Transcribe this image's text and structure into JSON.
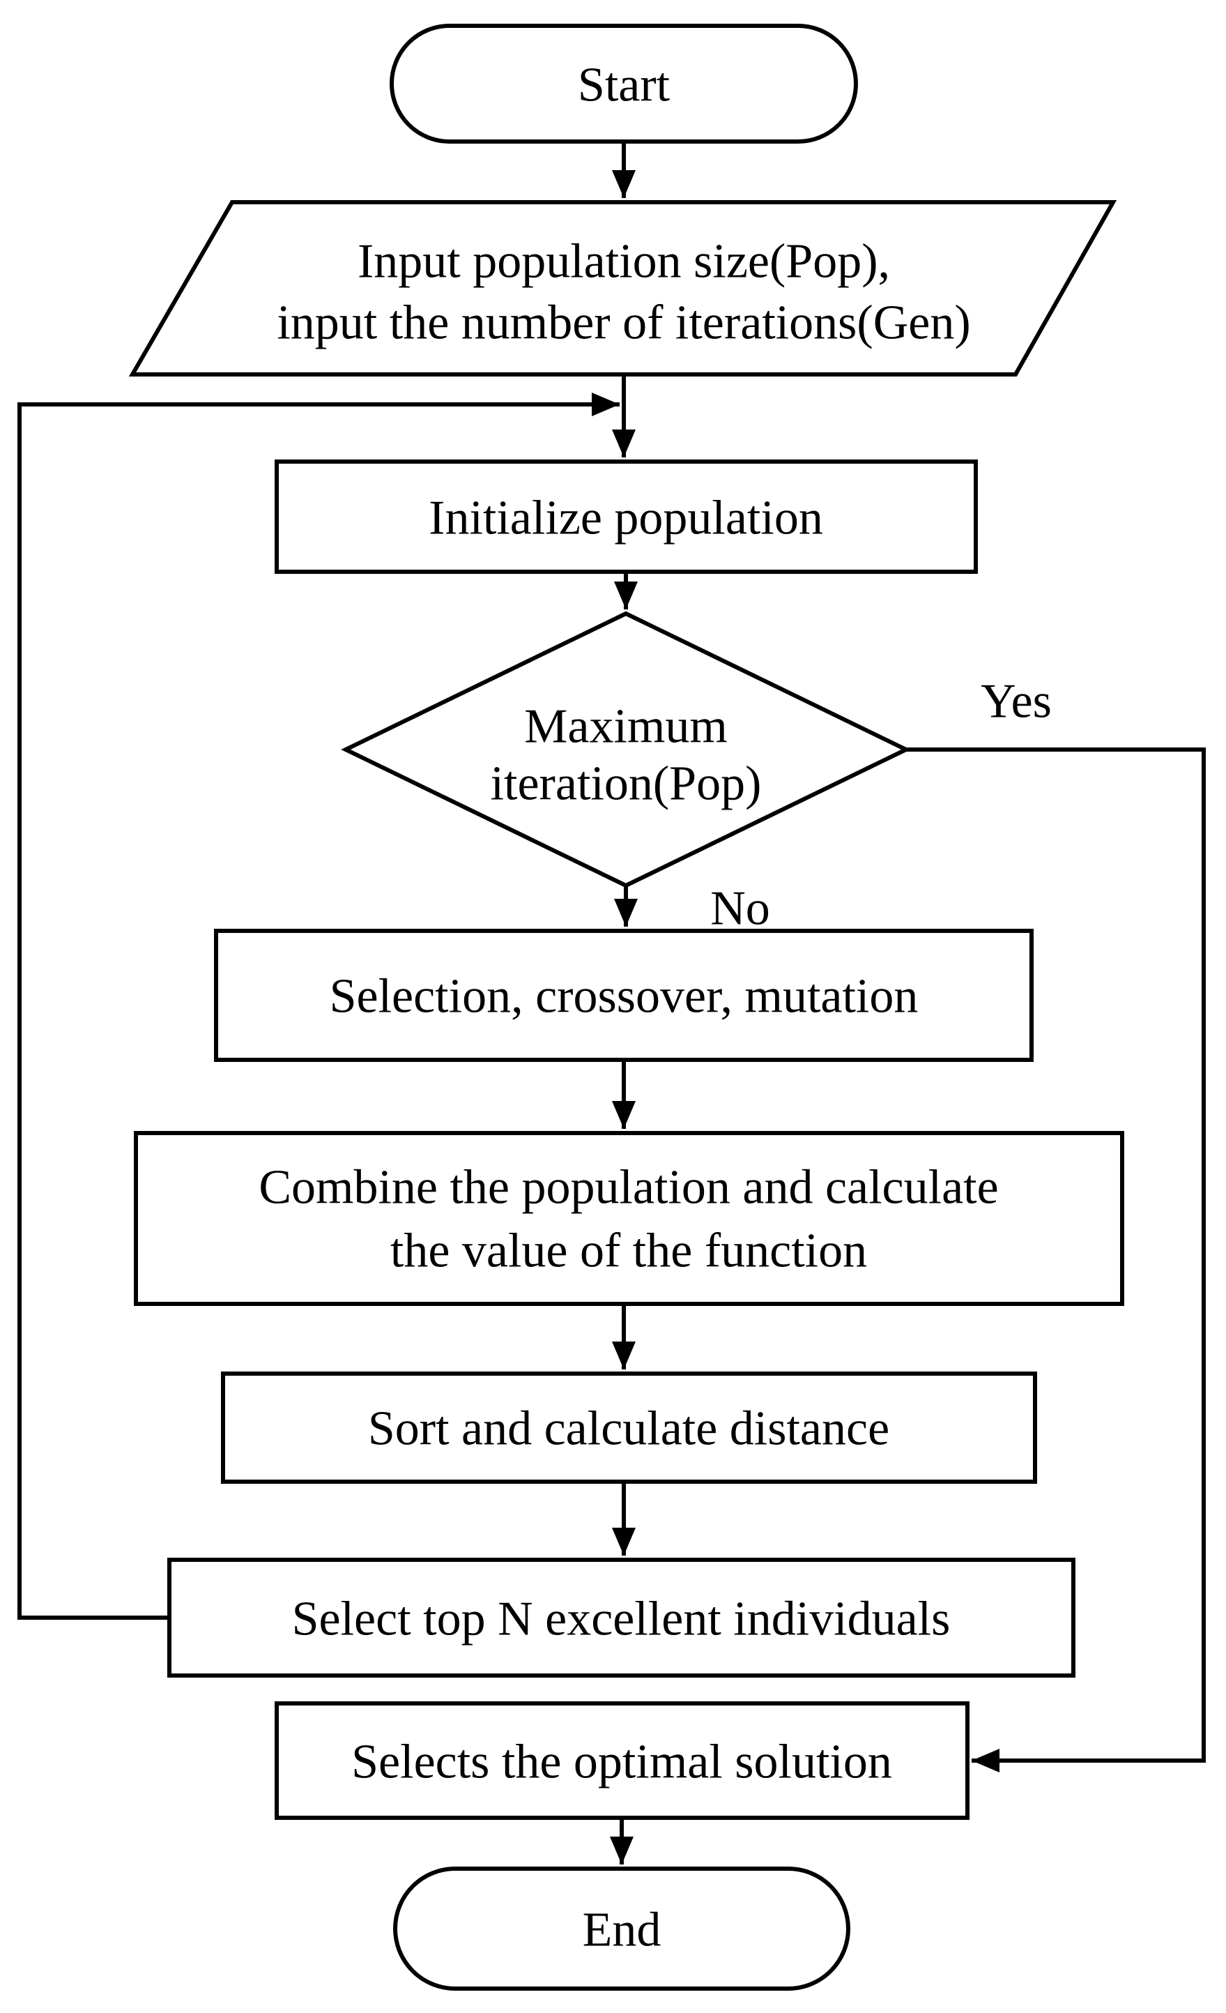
{
  "flowchart": {
    "background_color": "#ffffff",
    "stroke_color": "#000000",
    "text_color": "#000000",
    "nodes": {
      "start": {
        "type": "terminator",
        "label": "Start"
      },
      "input": {
        "type": "input-output",
        "line1": "Input population size(Pop),",
        "line2": "input the number of iterations(Gen)"
      },
      "initialize": {
        "type": "process",
        "label": "Initialize population"
      },
      "max_iteration": {
        "type": "decision",
        "line1": "Maximum",
        "line2": "iteration(Pop)"
      },
      "selection": {
        "type": "process",
        "label": "Selection, crossover, mutation"
      },
      "combine": {
        "type": "process",
        "line1": "Combine the population and calculate",
        "line2": "the value of the function"
      },
      "sort": {
        "type": "process",
        "label": "Sort and calculate distance"
      },
      "select_top_n": {
        "type": "process",
        "label": "Select top N excellent individuals"
      },
      "optimal": {
        "type": "process",
        "label": "Selects the optimal solution"
      },
      "end": {
        "type": "terminator",
        "label": "End"
      }
    },
    "edge_labels": {
      "yes": "Yes",
      "no": "No"
    }
  }
}
